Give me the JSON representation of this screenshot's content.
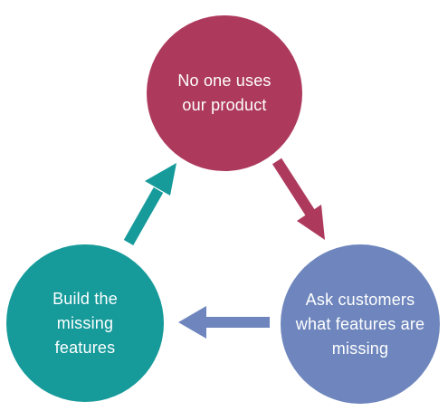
{
  "diagram": {
    "nodes": [
      {
        "id": "top",
        "label": "No one uses our product",
        "color": "#ad3a5c"
      },
      {
        "id": "right",
        "label": "Ask customers what features are missing",
        "color": "#6e86bd"
      },
      {
        "id": "left",
        "label": "Build the missing features",
        "color": "#169a9a"
      }
    ],
    "arrows": [
      {
        "from": "top",
        "to": "right",
        "color": "#ad3a5c"
      },
      {
        "from": "right",
        "to": "left",
        "color": "#6e86bd"
      },
      {
        "from": "left",
        "to": "top",
        "color": "#169a9a"
      }
    ]
  }
}
